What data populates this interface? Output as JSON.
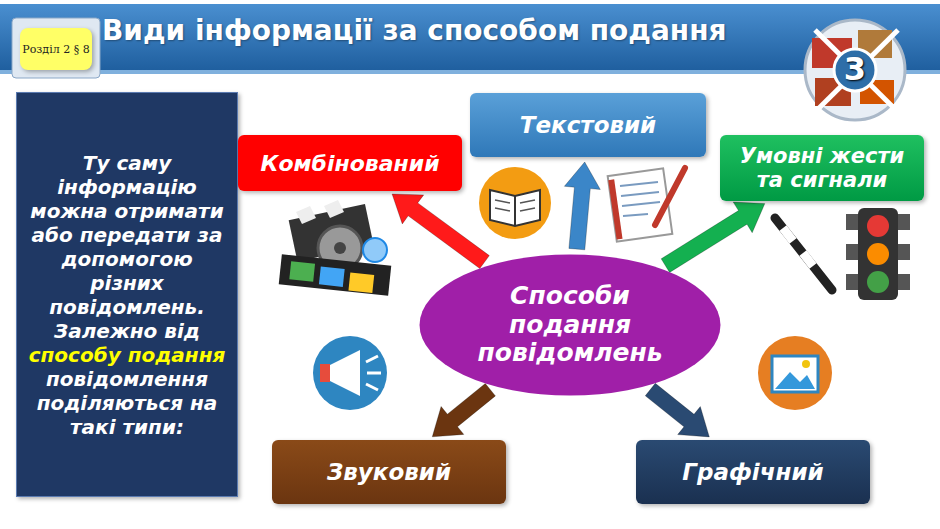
{
  "diagram": {
    "title": "Види інформації за способом подання",
    "nodes": [
      {
        "text": [
          "Розділ 2 § 8"
        ]
      },
      {
        "text": [
          "Ту саму інформацію можна отримати або передати за допомогою різних повідомлень. Залежно від",
          "способу подання",
          "повідомлення поділяються на такі типи:"
        ]
      },
      {
        "text": [
          "Текстовий"
        ]
      },
      {
        "text": [
          "Комбінований"
        ]
      },
      {
        "text": [
          "Умовні жести та сигнали"
        ]
      },
      {
        "text": [
          "Способи подання повідомлень"
        ]
      },
      {
        "text": [
          "Звуковий"
        ]
      },
      {
        "text": [
          "Графічний"
        ]
      }
    ],
    "edges": [
      {
        "from": 5,
        "to": 2,
        "arrow": "to"
      },
      {
        "from": 5,
        "to": 3,
        "arrow": "to"
      },
      {
        "from": 5,
        "to": 4,
        "arrow": "to"
      },
      {
        "from": 5,
        "to": 6,
        "arrow": "to"
      },
      {
        "from": 5,
        "to": 7,
        "arrow": "to"
      }
    ],
    "labels": [
      "3"
    ]
  }
}
